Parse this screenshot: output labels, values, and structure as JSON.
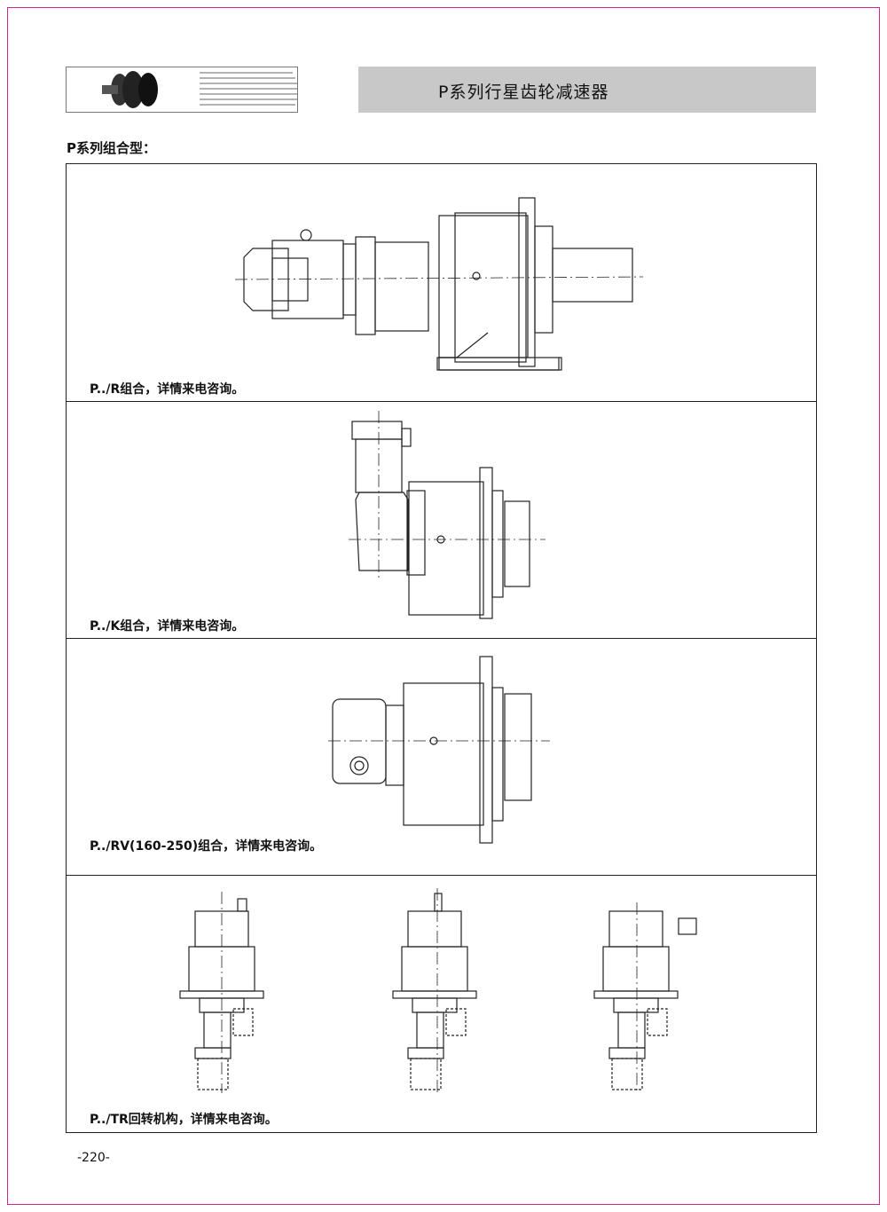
{
  "header": {
    "title": "P系列行星齿轮减速器",
    "logo_icon": "planetary-gearbox-photo"
  },
  "section_title": "P系列组合型：",
  "panels": [
    {
      "caption": "P../R组合，详情来电咨询。"
    },
    {
      "caption": "P../K组合，详情来电咨询。"
    },
    {
      "caption": "P../RV(160-250)组合，详情来电咨询。"
    },
    {
      "caption": "P../TR回转机构，详情来电咨询。"
    }
  ],
  "page_number": "-220-",
  "colors": {
    "border": "#d0288a",
    "header_band": "#c8c8c8"
  }
}
